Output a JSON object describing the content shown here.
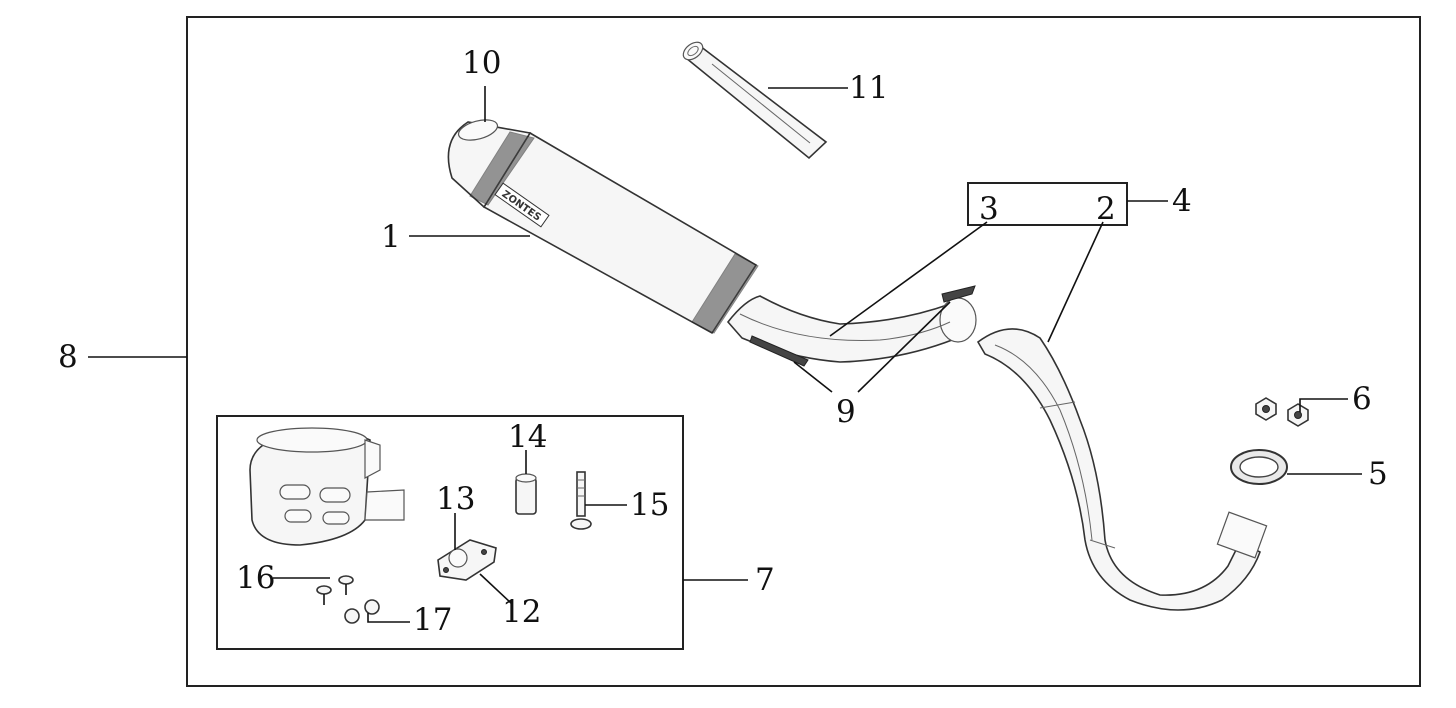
{
  "callouts": [
    {
      "id": "1",
      "label": "1",
      "part": "muffler"
    },
    {
      "id": "2",
      "label": "2",
      "part": "front-exhaust-pipe"
    },
    {
      "id": "3",
      "label": "3",
      "part": "middle-exhaust-pipe"
    },
    {
      "id": "4",
      "label": "4",
      "part": "exhaust-pipe-assembly"
    },
    {
      "id": "5",
      "label": "5",
      "part": "exhaust-gasket"
    },
    {
      "id": "6",
      "label": "6",
      "part": "flange-nut"
    },
    {
      "id": "7",
      "label": "7",
      "part": "heat-shield-kit"
    },
    {
      "id": "8",
      "label": "8",
      "part": "complete-exhaust-system"
    },
    {
      "id": "9",
      "label": "9",
      "part": "spring"
    },
    {
      "id": "10",
      "label": "10",
      "part": "end-cap"
    },
    {
      "id": "11",
      "label": "11",
      "part": "tail-tip"
    },
    {
      "id": "12",
      "label": "12",
      "part": "bracket-plate"
    },
    {
      "id": "13",
      "label": "13",
      "part": "rubber-grommet"
    },
    {
      "id": "14",
      "label": "14",
      "part": "spacer-collar"
    },
    {
      "id": "15",
      "label": "15",
      "part": "long-bolt"
    },
    {
      "id": "16",
      "label": "16",
      "part": "screw"
    },
    {
      "id": "17",
      "label": "17",
      "part": "nut"
    }
  ],
  "muffler_brand_mark": "ZONTES"
}
